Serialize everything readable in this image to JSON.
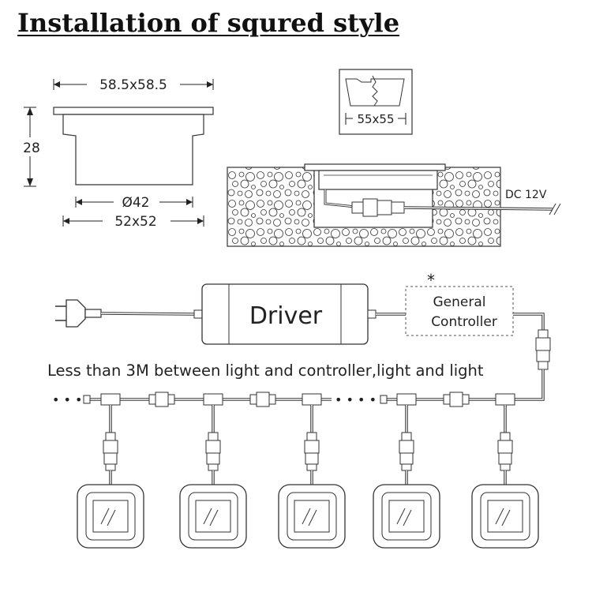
{
  "title": "Installation of squred style",
  "dims": {
    "top_width": "58.5x58.5",
    "height": "28",
    "inner_diameter": "Ø42",
    "bottom_width": "52x52",
    "cutout": "55x55"
  },
  "install": {
    "power_label": "DC 12V"
  },
  "wiring": {
    "driver_label": "Driver",
    "controller_asterisk": "*",
    "controller_line1": "General",
    "controller_line2": "Controller",
    "spacing_note": "Less than 3M between light and controller,light and light",
    "light_count": 5,
    "ellipsis_left": "• • •",
    "ellipsis_mid": "• • • •"
  }
}
